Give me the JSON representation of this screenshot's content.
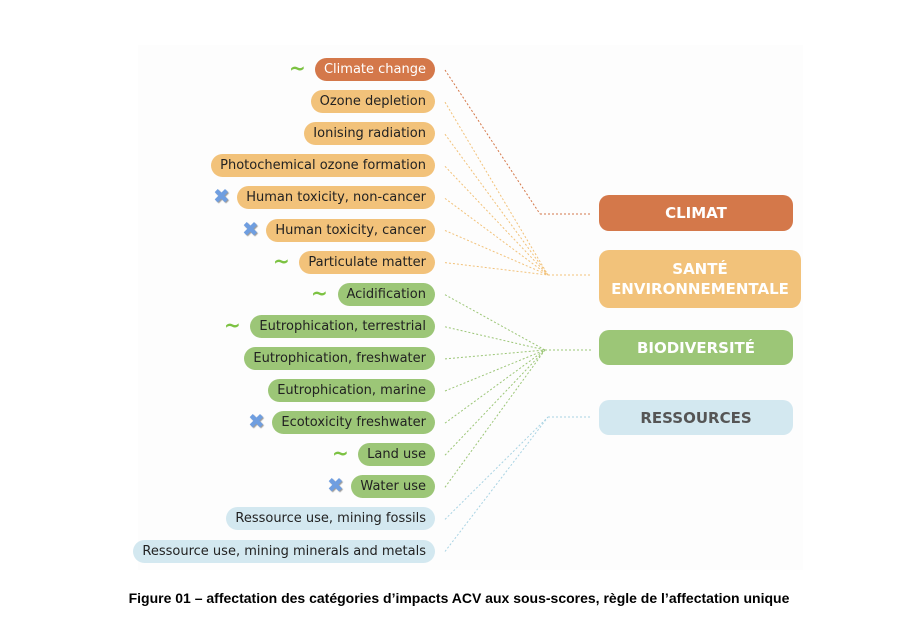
{
  "colors": {
    "climat": "#d4784a",
    "sante": "#f2c27a",
    "biodiversite": "#9cc677",
    "ressources": "#d3e8f0"
  },
  "categories": [
    {
      "label": "Climate change",
      "group": "climat",
      "icon": "tilde"
    },
    {
      "label": "Ozone depletion",
      "group": "sante",
      "icon": ""
    },
    {
      "label": "Ionising radiation",
      "group": "sante",
      "icon": ""
    },
    {
      "label": "Photochemical ozone formation",
      "group": "sante",
      "icon": ""
    },
    {
      "label": "Human toxicity, non-cancer",
      "group": "sante",
      "icon": "cross"
    },
    {
      "label": "Human toxicity, cancer",
      "group": "sante",
      "icon": "cross"
    },
    {
      "label": "Particulate matter",
      "group": "sante",
      "icon": "tilde"
    },
    {
      "label": "Acidification",
      "group": "biodiversite",
      "icon": "tilde"
    },
    {
      "label": "Eutrophication, terrestrial",
      "group": "biodiversite",
      "icon": "tilde"
    },
    {
      "label": "Eutrophication, freshwater",
      "group": "biodiversite",
      "icon": ""
    },
    {
      "label": "Eutrophication, marine",
      "group": "biodiversite",
      "icon": ""
    },
    {
      "label": "Ecotoxicity freshwater",
      "group": "biodiversite",
      "icon": "cross"
    },
    {
      "label": "Land use",
      "group": "biodiversite",
      "icon": "tilde"
    },
    {
      "label": "Water use",
      "group": "biodiversite",
      "icon": "cross"
    },
    {
      "label": "Ressource use, mining fossils",
      "group": "ressources",
      "icon": ""
    },
    {
      "label": "Ressource use, mining minerals and metals",
      "group": "ressources",
      "icon": ""
    }
  ],
  "subscores": {
    "climat": "CLIMAT",
    "sante": "SANTÉ ENVIRONNEMENTALE",
    "biodiversite": "BIODIVERSITÉ",
    "ressources": "RESSOURCES"
  },
  "caption": "Figure 01 – affectation des catégories d’impacts ACV aux sous-scores, règle de l’affectation unique"
}
